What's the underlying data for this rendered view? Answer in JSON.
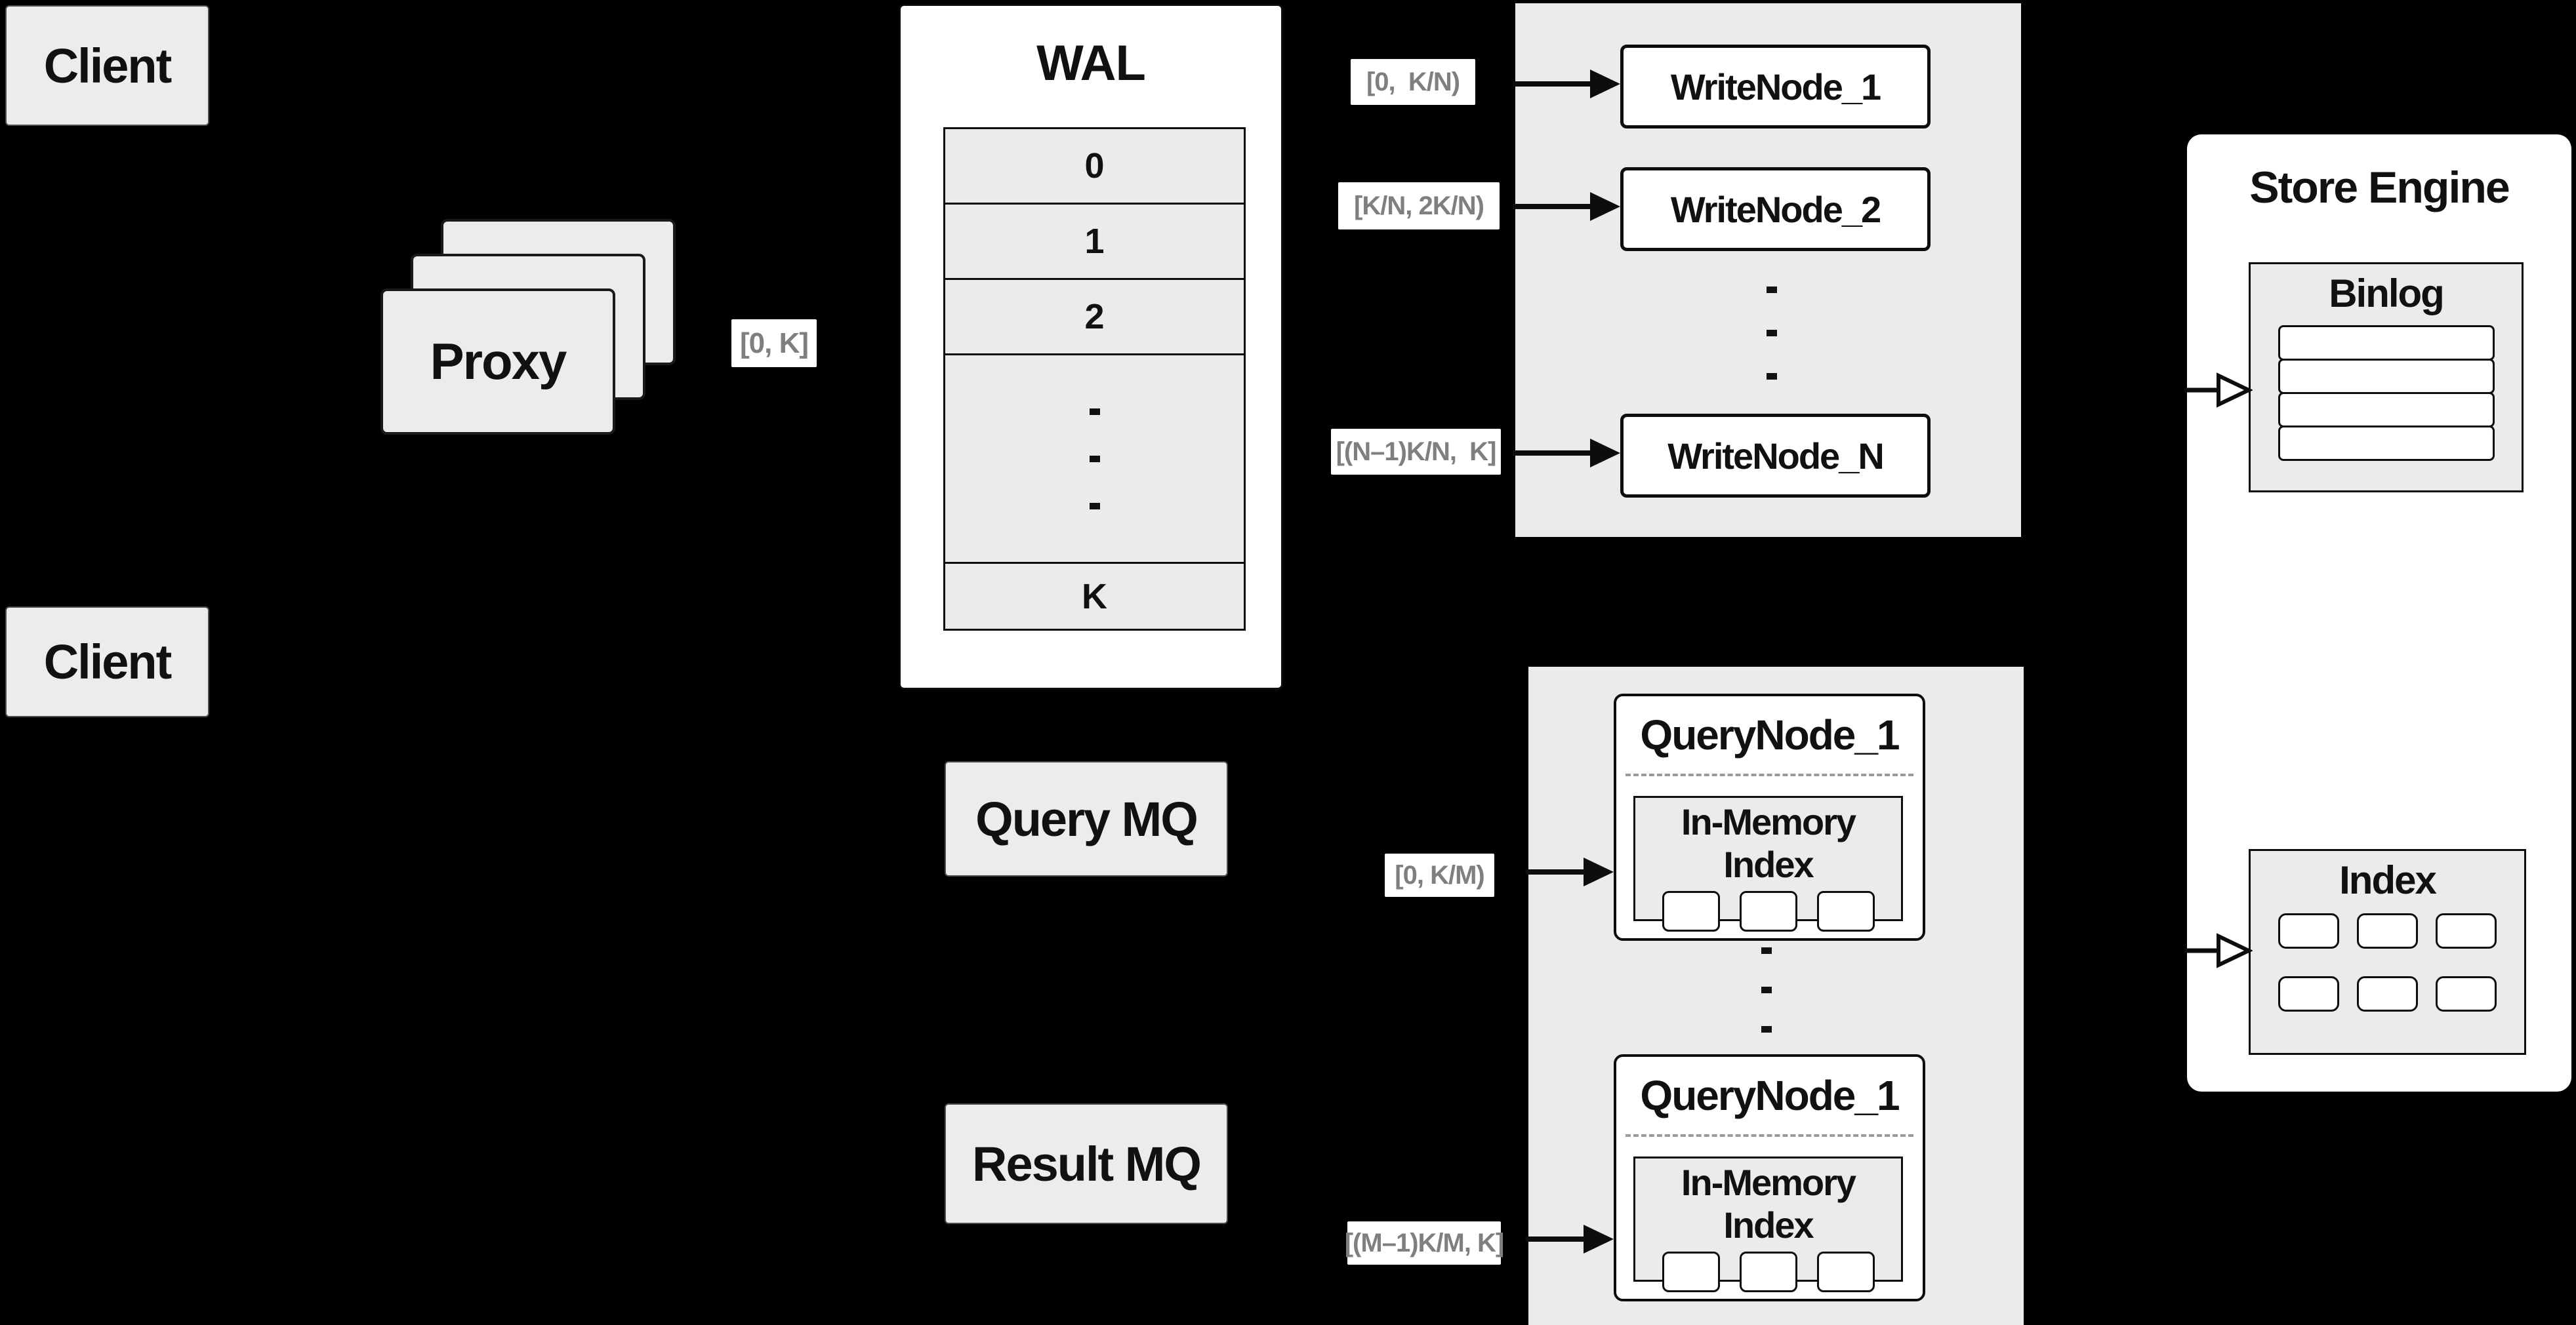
{
  "colors": {
    "background": "#000000",
    "panel_gray": "#ebebeb",
    "card_gray": "#ececec",
    "box_white": "#ffffff",
    "line_black": "#0d0d0d",
    "range_text_gray": "#7f7f7f",
    "dash_gray": "#9a9a9a"
  },
  "clients": [
    "Client",
    "Client"
  ],
  "proxy": {
    "label": "Proxy",
    "out_range": "[0, K]"
  },
  "wal": {
    "title": "WAL",
    "rows": [
      "0",
      "1",
      "2",
      "K"
    ]
  },
  "write_nodes": {
    "items": [
      {
        "label": "WriteNode_1",
        "range": "[0,  K/N)"
      },
      {
        "label": "WriteNode_2",
        "range": "[K/N, 2K/N)"
      },
      {
        "label": "WriteNode_N",
        "range": "[(N–1)K/N,  K]"
      }
    ]
  },
  "store_engine": {
    "title": "Store Engine",
    "binlog_title": "Binlog",
    "index_title": "Index"
  },
  "mq": {
    "query": "Query MQ",
    "result": "Result MQ"
  },
  "query_nodes": {
    "items": [
      {
        "label": "QueryNode_1",
        "inmem_title": "In-Memory Index",
        "range": "[0, K/M)"
      },
      {
        "label": "QueryNode_1",
        "inmem_title": "In-Memory Index",
        "range": "[(M–1)K/M, K]"
      }
    ]
  }
}
